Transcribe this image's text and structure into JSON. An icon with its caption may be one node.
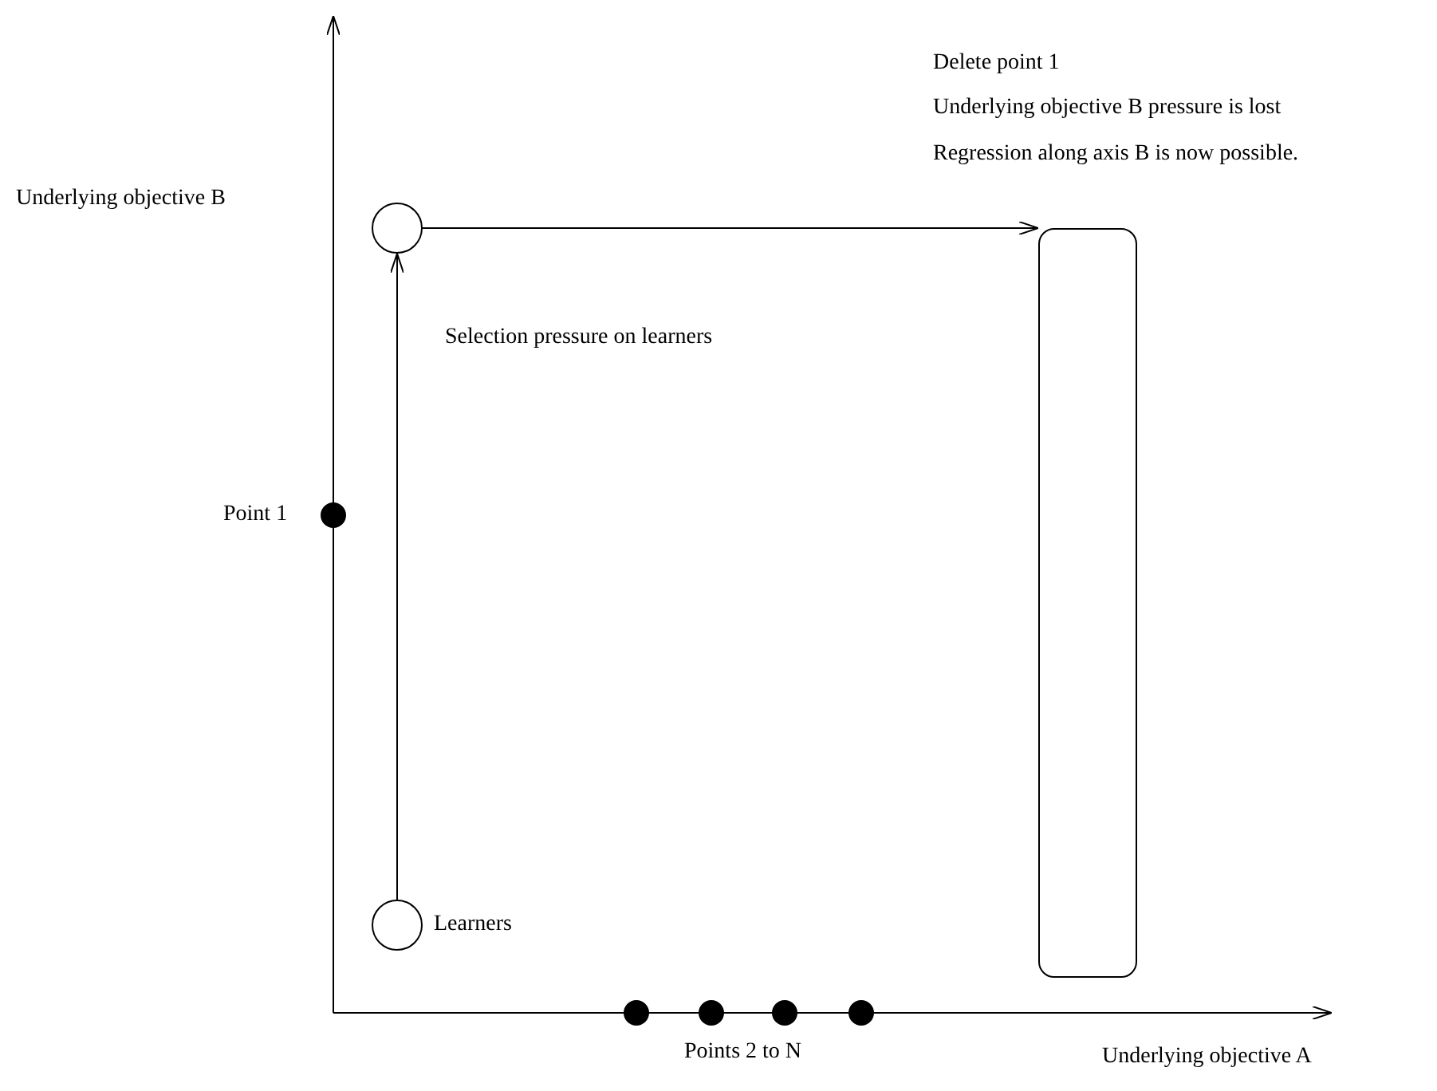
{
  "diagram": {
    "nodes": [
      {
        "text": [],
        "shape": "circle"
      },
      {
        "text": [],
        "shape": "circle",
        "beside": [
          "Learners"
        ]
      },
      {
        "text": [],
        "shape": "box"
      },
      {
        "text": [],
        "shape": "circle",
        "beside": [
          "Point 1"
        ]
      },
      {
        "text": [],
        "shape": "circle"
      },
      {
        "text": [],
        "shape": "circle"
      },
      {
        "text": [],
        "shape": "circle"
      },
      {
        "text": [],
        "shape": "circle"
      }
    ],
    "edges": [
      {
        "from": 1,
        "to": 0,
        "arrow": "to"
      },
      {
        "from": 0,
        "to": 2,
        "arrow": "to"
      }
    ],
    "labels": [
      "Delete point 1",
      "Underlying objective B pressure is lost",
      "Regression along axis B is now possible.",
      "Underlying objective B",
      "Selection pressure on learners",
      "Points 2 to N",
      "Underlying objective A"
    ]
  }
}
